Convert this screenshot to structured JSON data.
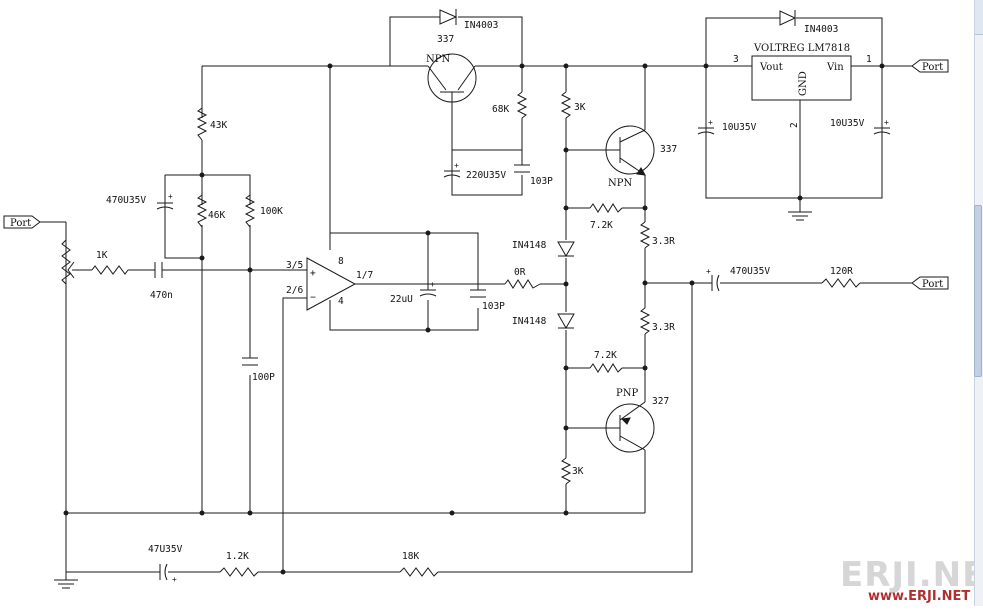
{
  "labels": {
    "port_left": "Port",
    "port_right_top": "Port",
    "port_right_mid": "Port",
    "res_1k": "1K",
    "cap_470n": "470n",
    "cap_470u35v_left": "470U35V",
    "res_43k": "43K",
    "res_46k": "46K",
    "res_100k": "100K",
    "cap_100p": "100P",
    "opamp_in_pos": "3/5",
    "opamp_in_neg": "2/6",
    "opamp_out": "1/7",
    "opamp_pin8": "8",
    "opamp_pin4": "4",
    "plus_sign": "+",
    "minus_sign": "−",
    "cap_22u": "22uU",
    "cap_103p_mid": "103P",
    "diode_top": "IN4003",
    "q_top_num": "337",
    "q_top_type": "NPN",
    "res_68k": "68K",
    "cap_220u35v": "220U35V",
    "cap_103p_top": "103P",
    "res_3k_top": "3K",
    "q_npn_num": "337",
    "q_npn_type": "NPN",
    "res_72k_top": "7.2K",
    "diode_4148_a": "IN4148",
    "res_0r": "0R",
    "diode_4148_b": "IN4148",
    "res_33r_a": "3.3R",
    "res_33r_b": "3.3R",
    "res_72k_bot": "7.2K",
    "q_pnp_type": "PNP",
    "q_pnp_num": "327",
    "res_3k_bot": "3K",
    "cap_470u35v_out": "470U35V",
    "res_120r": "120R",
    "reg_name": "VOLTREG LM7818",
    "reg_vout": "Vout",
    "reg_vin": "Vin",
    "reg_gnd": "GND",
    "reg_pin3": "3",
    "reg_pin1": "1",
    "reg_pin2": "2",
    "diode_reg": "IN4003",
    "cap_10u35v_a": "10U35V",
    "cap_10u35v_b": "10U35V",
    "cap_47u35v": "47U35V",
    "res_12k": "1.2K",
    "res_18k": "18K"
  },
  "watermark": {
    "logo": "ERJI.NET",
    "url": "www.ERJI.NET"
  }
}
